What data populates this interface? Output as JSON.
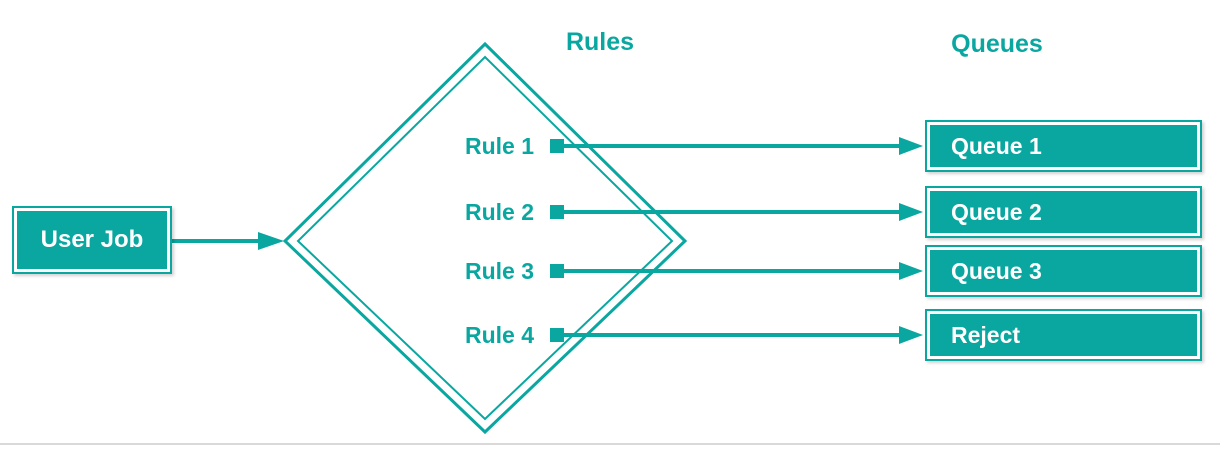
{
  "colors": {
    "teal": "#0aa7a1",
    "box_text": "#ffffff",
    "divider": "#d9d9d9",
    "background": "#ffffff"
  },
  "headers": {
    "rules": "Rules",
    "queues": "Queues"
  },
  "user_job": {
    "label": "User Job"
  },
  "rules": [
    {
      "label": "Rule 1"
    },
    {
      "label": "Rule 2"
    },
    {
      "label": "Rule 3"
    },
    {
      "label": "Rule 4"
    }
  ],
  "queues": [
    {
      "label": "Queue 1"
    },
    {
      "label": "Queue 2"
    },
    {
      "label": "Queue 3"
    },
    {
      "label": "Reject"
    }
  ]
}
